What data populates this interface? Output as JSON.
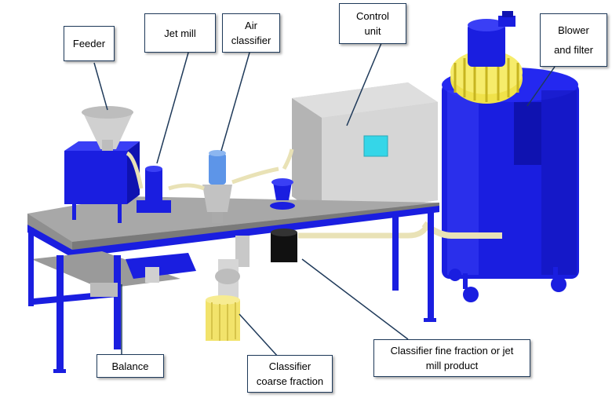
{
  "colors": {
    "frame_blue": "#1a1ee0",
    "table_gray": "#a8a8a8",
    "cabinet_gray": "#d4d4d4",
    "screen_cyan": "#35d6e8",
    "fan_yellow": "#f0e24a",
    "pipe_cream": "#e9e2b6",
    "leader_line": "#1f3a5a"
  },
  "labels": {
    "feeder": "Feeder",
    "jet_mill": "Jet mill",
    "air_classifier_line1": "Air",
    "air_classifier_line2": "classifier",
    "control_unit_line1": "Control",
    "control_unit_line2": "unit",
    "blower_line1": "Blower",
    "blower_line2": "and filter",
    "balance": "Balance",
    "coarse_line1": "Classifier",
    "coarse_line2": "coarse fraction",
    "fine_line1": "Classifier fine fraction or jet",
    "fine_line2": "mill product"
  }
}
